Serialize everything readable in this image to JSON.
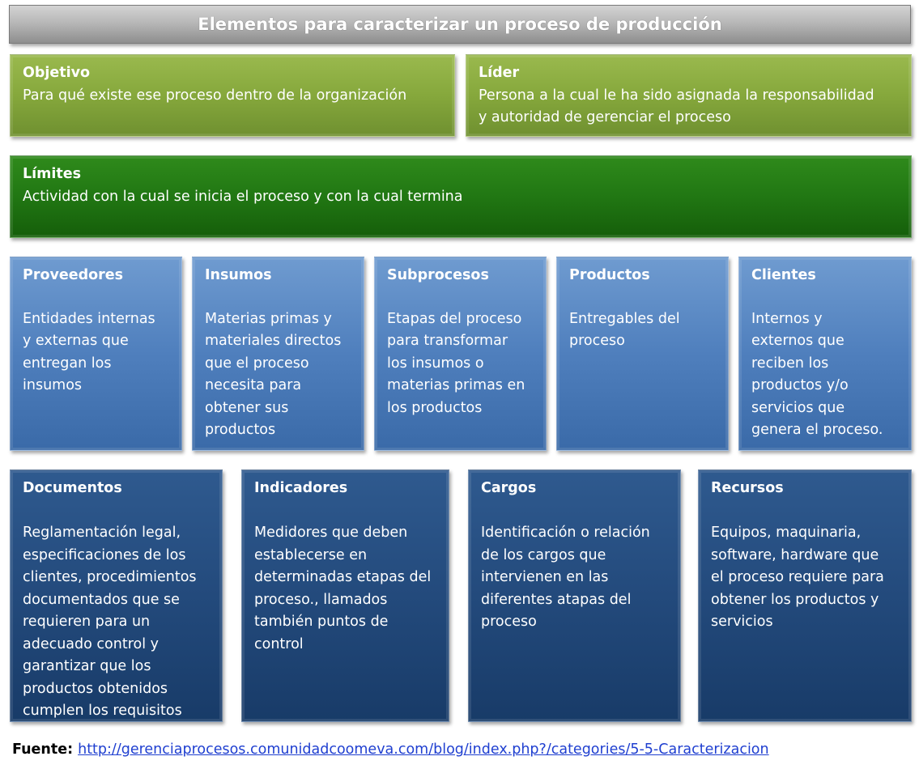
{
  "title": "Elementos para caracterizar un proceso de producción",
  "objetivo": {
    "title": "Objetivo",
    "body": "Para qué existe ese proceso dentro de la organización"
  },
  "lider": {
    "title": "Líder",
    "body": [
      "Persona  a la cual le ha sido asignada la responsabilidad",
      "y autoridad de gerenciar el proceso"
    ]
  },
  "limites": {
    "title": "Límites",
    "body": "Actividad con la cual se inicia el proceso y con la cual termina"
  },
  "row1": [
    {
      "title": "Proveedores",
      "body": [
        "Entidades internas",
        "y externas que",
        "entregan los",
        "insumos"
      ]
    },
    {
      "title": "Insumos",
      "body": [
        "Materias primas y",
        "materiales directos",
        "que el proceso",
        "necesita para",
        "obtener sus",
        "productos"
      ]
    },
    {
      "title": "Subprocesos",
      "body": [
        "Etapas  del proceso",
        "para transformar",
        "los insumos o",
        "materias primas en",
        "los productos"
      ]
    },
    {
      "title": "Productos",
      "body": [
        "Entregables del",
        "proceso"
      ]
    },
    {
      "title": "Clientes",
      "body": [
        "Internos  y",
        "externos que",
        "reciben los",
        "productos y/o",
        "servicios que",
        "genera el proceso."
      ]
    }
  ],
  "row2": [
    {
      "title": "Documentos",
      "body": [
        "Reglamentación legal,",
        "especificaciones de los",
        "clientes, procedimientos",
        "documentados que se",
        "requieren para un",
        "adecuado control y",
        "garantizar que los",
        "productos obtenidos",
        "cumplen los requisitos"
      ]
    },
    {
      "title": "Indicadores",
      "body": [
        "Medidores que deben",
        "establecerse en",
        "determinadas etapas del",
        "proceso., llamados",
        "también puntos de",
        "control"
      ]
    },
    {
      "title": "Cargos",
      "body": [
        "Identificación o relación",
        "de los cargos que",
        "intervienen en las",
        "diferentes atapas del",
        "proceso"
      ]
    },
    {
      "title": "Recursos",
      "body": [
        "Equipos, maquinaria,",
        "software, hardware que",
        "el proceso requiere para",
        "obtener los productos y",
        "servicios"
      ]
    }
  ],
  "footer": {
    "label": "Fuente:",
    "link": "http://gerenciaprocesos.comunidadcoomeva.com/blog/index.php?/categories/5-5-Caracterizacion"
  }
}
